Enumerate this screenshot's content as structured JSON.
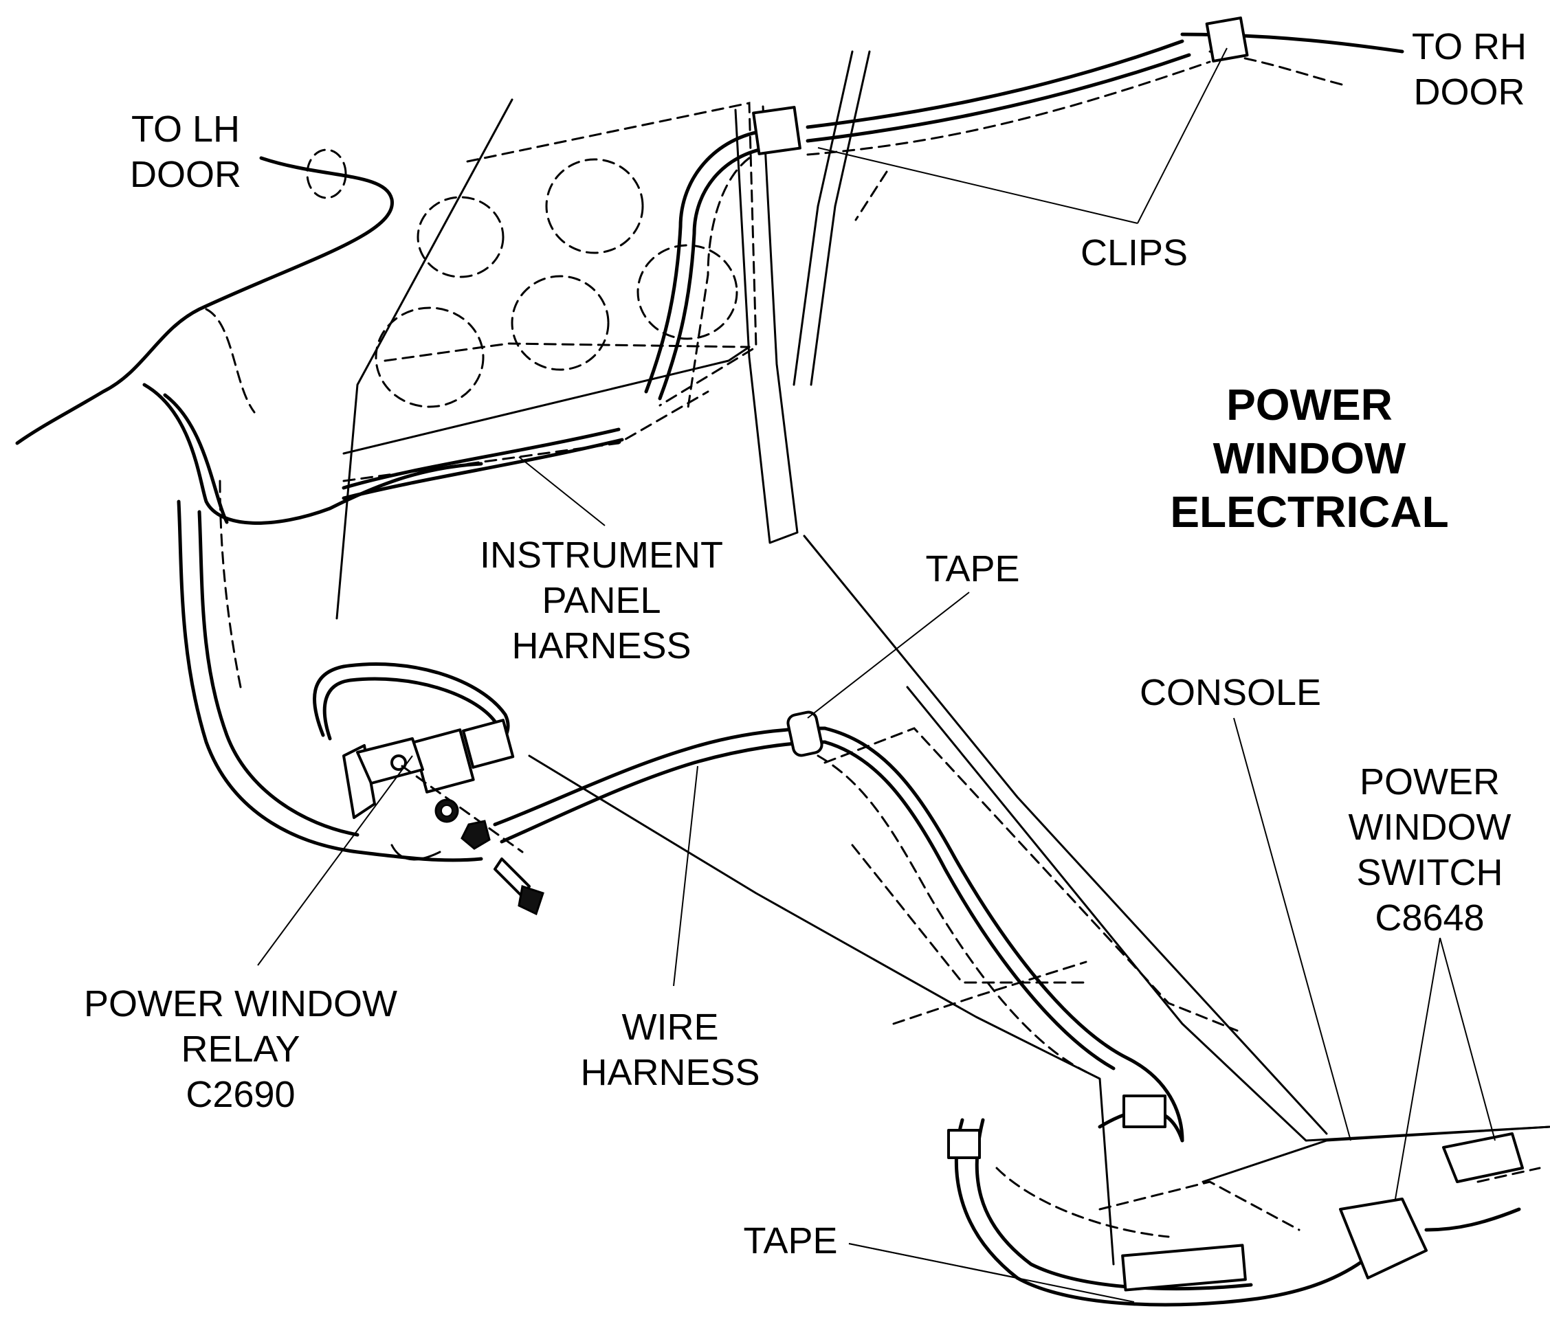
{
  "title": [
    "POWER",
    "WINDOW",
    "ELECTRICAL"
  ],
  "labels": {
    "to_lh_door": [
      "TO LH",
      "DOOR"
    ],
    "to_rh_door": [
      "TO RH",
      "DOOR"
    ],
    "clips": [
      "CLIPS"
    ],
    "instrument_panel_harness": [
      "INSTRUMENT",
      "PANEL",
      "HARNESS"
    ],
    "tape_upper": [
      "TAPE"
    ],
    "console": [
      "CONSOLE"
    ],
    "power_window_switch": [
      "POWER",
      "WINDOW",
      "SWITCH",
      "C8648"
    ],
    "power_window_relay": [
      "POWER WINDOW",
      "RELAY",
      "C2690"
    ],
    "wire_harness": [
      "WIRE",
      "HARNESS"
    ],
    "tape_lower": [
      "TAPE"
    ]
  }
}
